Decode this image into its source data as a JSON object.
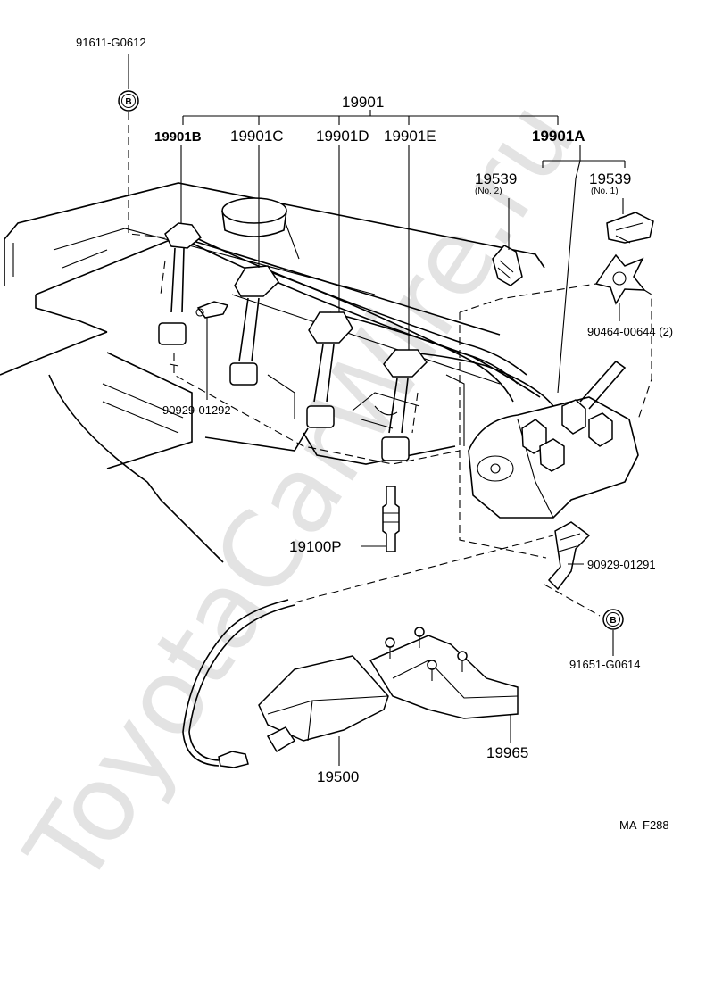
{
  "watermark": "ToyotaCarWire.ru",
  "figure_code": "MA  F288",
  "connector_marker": "B",
  "labels": {
    "p91611": "91611-G0612",
    "p19901": "19901",
    "p19901A": "19901A",
    "p19901B": "19901B",
    "p19901C": "19901C",
    "p19901D": "19901D",
    "p19901E": "19901E",
    "p19539_2": "19539",
    "p19539_2_sub": "(No. 2)",
    "p19539_1": "19539",
    "p19539_1_sub": "(No. 1)",
    "p90464": "90464-00644  (2)",
    "p90929_01292": "90929-01292",
    "p19100P": "19100P",
    "p90929_01291": "90929-01291",
    "p91651": "91651-G0614",
    "p19500": "19500",
    "p19965": "19965"
  }
}
